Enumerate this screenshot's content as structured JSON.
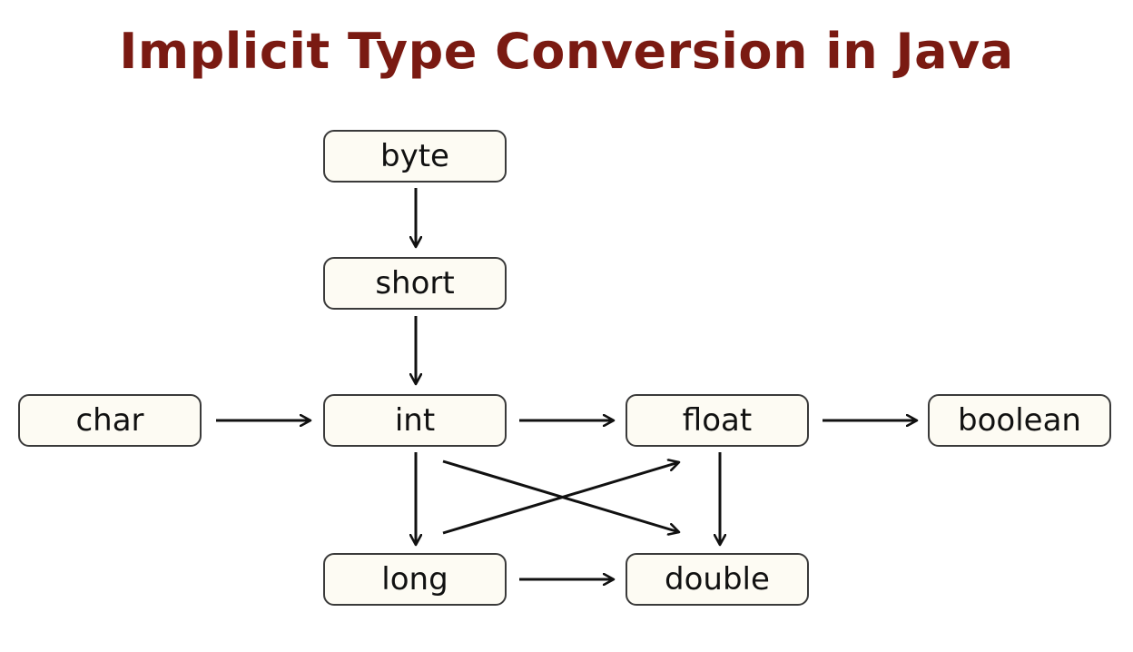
{
  "title": "Implicit Type Conversion in Java",
  "colors": {
    "title": "#7a1a12",
    "node_fill": "#fdfbf3",
    "node_border": "#3a3a3a",
    "arrow": "#111111"
  },
  "nodes": {
    "byte": "byte",
    "short": "short",
    "char": "char",
    "int": "int",
    "float": "float",
    "boolean": "boolean",
    "long": "long",
    "double": "double"
  },
  "edges": [
    {
      "from": "byte",
      "to": "short"
    },
    {
      "from": "short",
      "to": "int"
    },
    {
      "from": "char",
      "to": "int"
    },
    {
      "from": "int",
      "to": "float"
    },
    {
      "from": "float",
      "to": "boolean"
    },
    {
      "from": "int",
      "to": "long"
    },
    {
      "from": "int",
      "to": "double"
    },
    {
      "from": "long",
      "to": "float"
    },
    {
      "from": "float",
      "to": "double"
    },
    {
      "from": "long",
      "to": "double"
    }
  ]
}
